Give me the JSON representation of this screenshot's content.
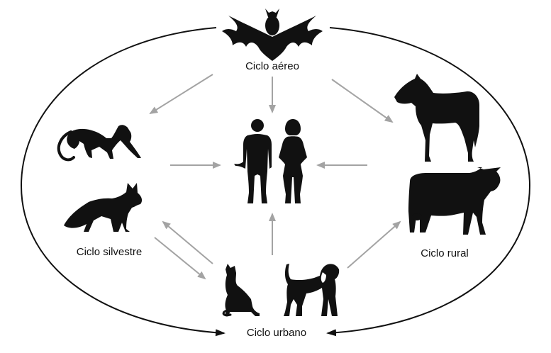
{
  "labels": {
    "aereo": "Ciclo aéreo",
    "silvestre": "Ciclo silvestre",
    "rural": "Ciclo rural",
    "urbano": "Ciclo urbano"
  },
  "icons": {
    "bat": "bat-icon",
    "monkey": "monkey-icon",
    "fox": "fox-icon",
    "horse": "horse-icon",
    "cow": "cow-icon",
    "cat": "cat-icon",
    "dog": "dog-icon",
    "man": "human-male-icon",
    "woman": "human-female-icon"
  },
  "colors": {
    "silhouette": "#111111",
    "arrow": "#a3a3a3",
    "cycle_line": "#111111"
  }
}
